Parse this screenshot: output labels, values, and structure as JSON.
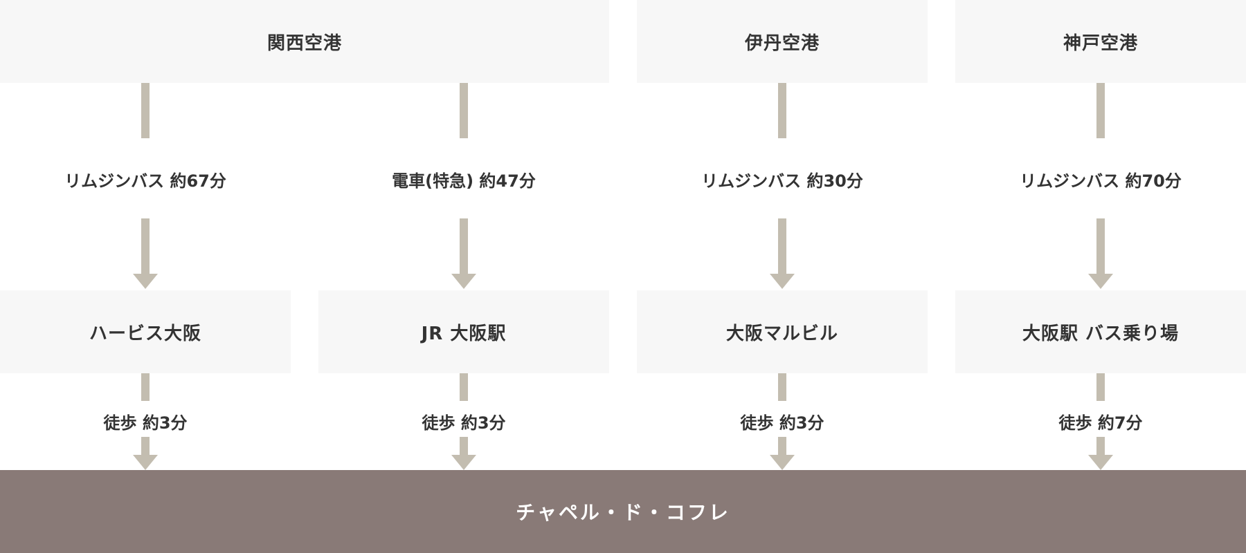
{
  "airports": {
    "kansai": "関西空港",
    "itami": "伊丹空港",
    "kobe": "神戸空港"
  },
  "routes": [
    {
      "transport": "リムジンバス 約67分",
      "stop": "ハービス大阪",
      "walk": "徒歩 約3分"
    },
    {
      "transport": "電車(特急) 約47分",
      "stop": "JR 大阪駅",
      "walk": "徒歩 約3分"
    },
    {
      "transport": "リムジンバス 約30分",
      "stop": "大阪マルビル",
      "walk": "徒歩 約3分"
    },
    {
      "transport": "リムジンバス 約70分",
      "stop": "大阪駅 バス乗り場",
      "walk": "徒歩 約7分"
    }
  ],
  "destination": "チャペル・ド・コフレ",
  "colors": {
    "box_bg": "#f7f7f7",
    "arrow": "#c3bdb0",
    "destination_bg": "#897a77",
    "text": "#333333"
  }
}
